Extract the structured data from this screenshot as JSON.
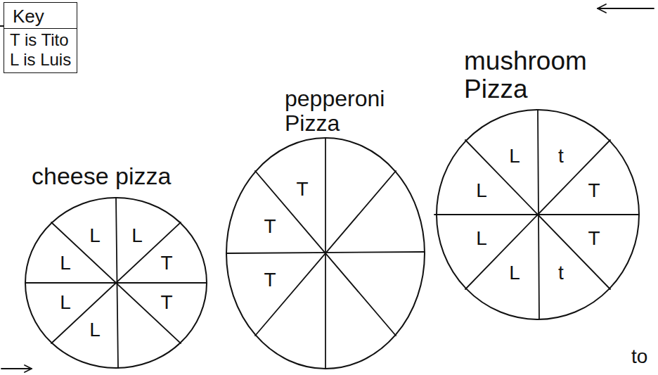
{
  "diagram": {
    "nodes": [
      {
        "text": [
          "Key",
          "T is Tito",
          "L is Luis"
        ]
      },
      {
        "text": [
          "cheese pizza"
        ]
      },
      {
        "text": [
          "pepperoni Pizza"
        ]
      },
      {
        "text": [
          "mushroom Pizza"
        ]
      }
    ],
    "labels": [
      "L",
      "L",
      "L",
      "T",
      "T",
      "L",
      "L",
      "T",
      "T",
      "T",
      "L",
      "t",
      "L",
      "T",
      "L",
      "T",
      "L",
      "t",
      "to"
    ]
  }
}
